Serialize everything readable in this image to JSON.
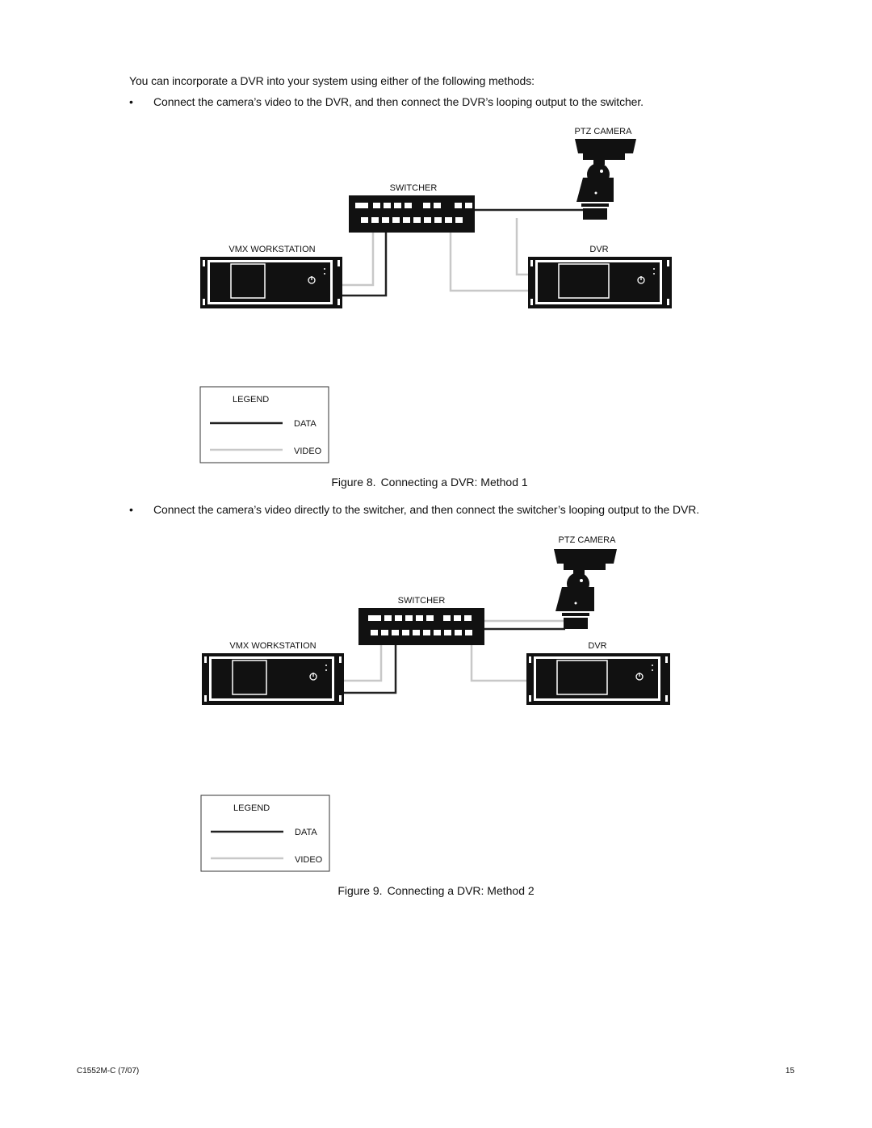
{
  "intro": "You can incorporate a DVR into your system using either of the following methods:",
  "bullets": [
    "Connect the camera’s video to the DVR, and then connect the DVR’s looping output to the switcher.",
    "Connect the camera’s video directly to the switcher, and then connect the switcher’s looping output to the DVR."
  ],
  "bullet_symbol": "•",
  "figures": [
    {
      "labels": {
        "camera": "PTZ CAMERA",
        "switcher": "SWITCHER",
        "workstation": "VMX WORKSTATION",
        "dvr": "DVR"
      },
      "legend": {
        "title": "LEGEND",
        "data": "DATA",
        "video": "VIDEO"
      },
      "caption_number": "Figure 8.",
      "caption_text": "Connecting a DVR: Method 1"
    },
    {
      "labels": {
        "camera": "PTZ CAMERA",
        "switcher": "SWITCHER",
        "workstation": "VMX WORKSTATION",
        "dvr": "DVR"
      },
      "legend": {
        "title": "LEGEND",
        "data": "DATA",
        "video": "VIDEO"
      },
      "caption_number": "Figure 9.",
      "caption_text": "Connecting a DVR: Method 2"
    }
  ],
  "colors": {
    "data_line": "#222222",
    "video_line": "#c8c8c8"
  },
  "footer": {
    "doc_code": "C1552M-C (7/07)",
    "page_number": "15"
  }
}
